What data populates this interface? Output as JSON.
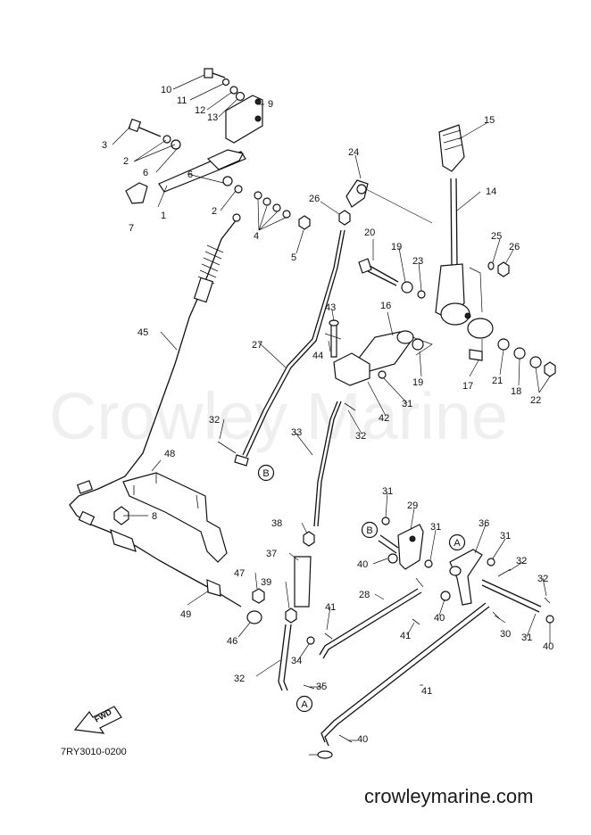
{
  "watermark": "Crowley Marine",
  "website": "crowleymarine.com",
  "diagram_code": "7RY3010-0200",
  "fwd_label": "FWD",
  "callouts": [
    {
      "label": "10"
    },
    {
      "label": "11"
    },
    {
      "label": "12"
    },
    {
      "label": "13"
    },
    {
      "label": "9"
    },
    {
      "label": "3"
    },
    {
      "label": "2"
    },
    {
      "label": "6"
    },
    {
      "label": "6"
    },
    {
      "label": "1"
    },
    {
      "label": "7"
    },
    {
      "label": "2"
    },
    {
      "label": "4"
    },
    {
      "label": "5"
    },
    {
      "label": "15"
    },
    {
      "label": "14"
    },
    {
      "label": "24"
    },
    {
      "label": "26"
    },
    {
      "label": "20"
    },
    {
      "label": "19"
    },
    {
      "label": "23"
    },
    {
      "label": "25"
    },
    {
      "label": "26"
    },
    {
      "label": "43"
    },
    {
      "label": "16"
    },
    {
      "label": "44"
    },
    {
      "label": "45"
    },
    {
      "label": "27"
    },
    {
      "label": "19"
    },
    {
      "label": "17"
    },
    {
      "label": "21"
    },
    {
      "label": "18"
    },
    {
      "label": "22"
    },
    {
      "label": "31"
    },
    {
      "label": "42"
    },
    {
      "label": "32"
    },
    {
      "label": "32"
    },
    {
      "label": "33"
    },
    {
      "label": "48"
    },
    {
      "label": "8"
    },
    {
      "label": "31"
    },
    {
      "label": "29"
    },
    {
      "label": "31"
    },
    {
      "label": "36"
    },
    {
      "label": "31"
    },
    {
      "label": "38"
    },
    {
      "label": "40"
    },
    {
      "label": "32"
    },
    {
      "label": "32"
    },
    {
      "label": "37"
    },
    {
      "label": "47"
    },
    {
      "label": "39"
    },
    {
      "label": "28"
    },
    {
      "label": "40"
    },
    {
      "label": "41"
    },
    {
      "label": "49"
    },
    {
      "label": "46"
    },
    {
      "label": "41"
    },
    {
      "label": "30"
    },
    {
      "label": "31"
    },
    {
      "label": "40"
    },
    {
      "label": "34"
    },
    {
      "label": "32"
    },
    {
      "label": "35"
    },
    {
      "label": "41"
    },
    {
      "label": "40"
    }
  ],
  "reference_markers": [
    {
      "label": "B"
    },
    {
      "label": "B"
    },
    {
      "label": "A"
    },
    {
      "label": "A"
    }
  ]
}
